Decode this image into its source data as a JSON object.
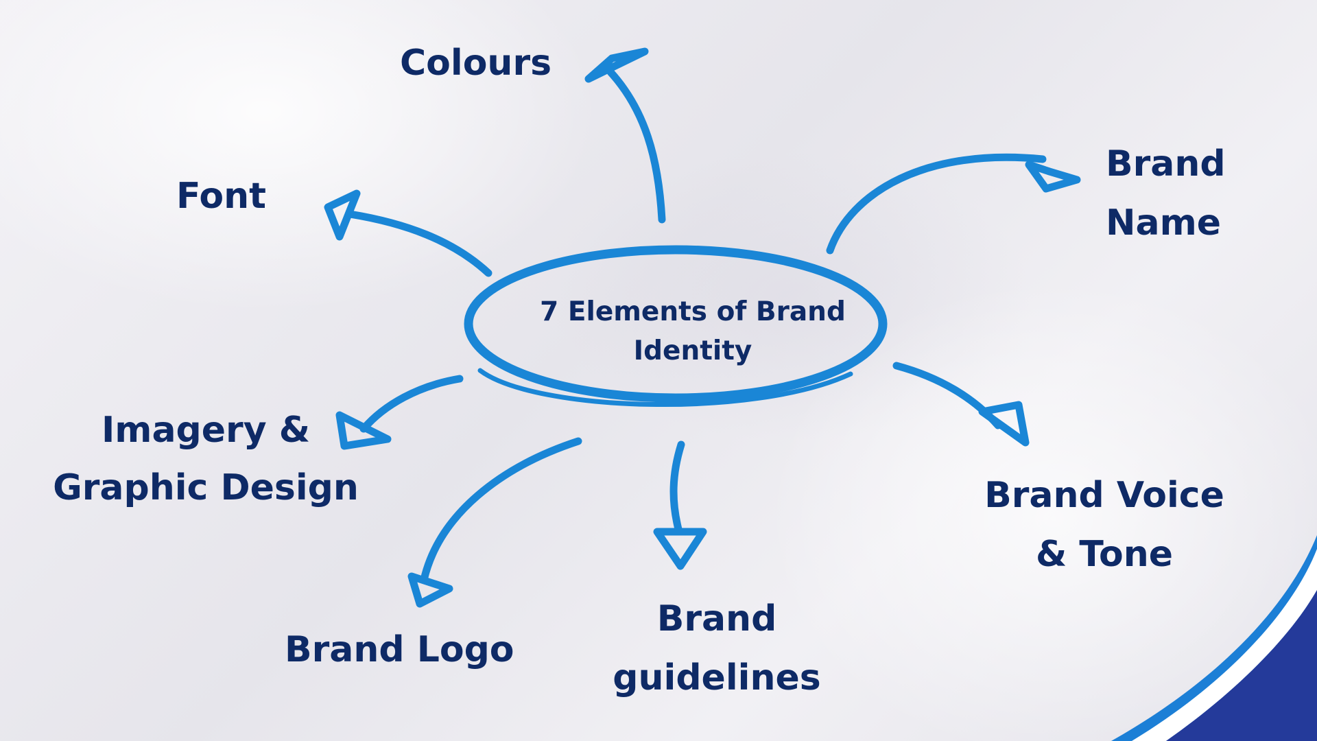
{
  "diagram": {
    "center": {
      "lines": [
        "7 Elements of Brand",
        "Identity"
      ]
    },
    "nodes": {
      "colours": {
        "lines": [
          "Colours"
        ]
      },
      "font": {
        "lines": [
          "Font"
        ]
      },
      "brand_name": {
        "lines": [
          "Brand",
          "Name"
        ]
      },
      "imagery": {
        "lines": [
          "Imagery &",
          "Graphic Design"
        ]
      },
      "logo": {
        "lines": [
          "Brand Logo"
        ]
      },
      "guidelines": {
        "lines": [
          "Brand",
          "guidelines"
        ]
      },
      "voice": {
        "lines": [
          "Brand Voice",
          "& Tone"
        ]
      }
    }
  },
  "colors": {
    "text": "#0e2a66",
    "arrow": "#1a86d6",
    "wave_light": "#1c7fd6",
    "wave_dark": "#243a9a"
  }
}
